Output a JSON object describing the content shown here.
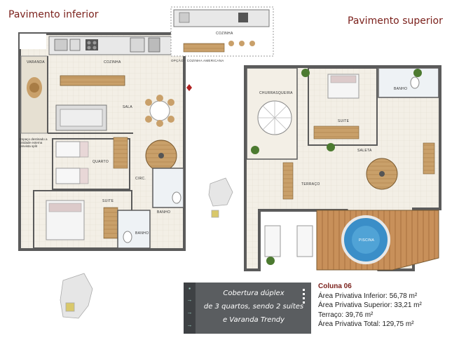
{
  "titles": {
    "lower": "Pavimento inferior",
    "upper": "Pavimento superior"
  },
  "lower_labels": {
    "varanda": "VARANDA",
    "cozinha": "COZINHA",
    "sala": "SALA",
    "quarto": "QUARTO",
    "circ": "CIRC.",
    "suite": "SUITE",
    "banho1": "BANHO",
    "banho2": "BANHO",
    "note": "Espaço destinado a unidade externa prevista split"
  },
  "option": {
    "cozinha": "COZINHA",
    "caption": "OPÇÃO - COZINHA AMERICANA"
  },
  "upper_labels": {
    "churrasqueira": "CHURRASQUEIRA",
    "suite": "SUITE",
    "banho": "BANHO",
    "saleta": "SALETA",
    "terraco": "TERRAÇO",
    "piscina": "PISCINA"
  },
  "info": {
    "line1": "Cobertura dúplex",
    "line2": "de 3 quartos, sendo 2 suítes",
    "line3": "e Varanda Trendy"
  },
  "specs": {
    "column": "Coluna 06",
    "area_inferior": "Área Privativa Inferior: 56,78 m²",
    "area_superior": "Área Privativa Superior: 33,21 m²",
    "terraco": "Terraço: 39,76 m²",
    "area_total": "Área Privativa Total: 129,75 m²"
  },
  "colors": {
    "title": "#7a1f1a",
    "info_box": "#5a5d60",
    "wall": "#5b5b5b",
    "floor": "#f1ece2",
    "pool": "#3a8ec8"
  }
}
